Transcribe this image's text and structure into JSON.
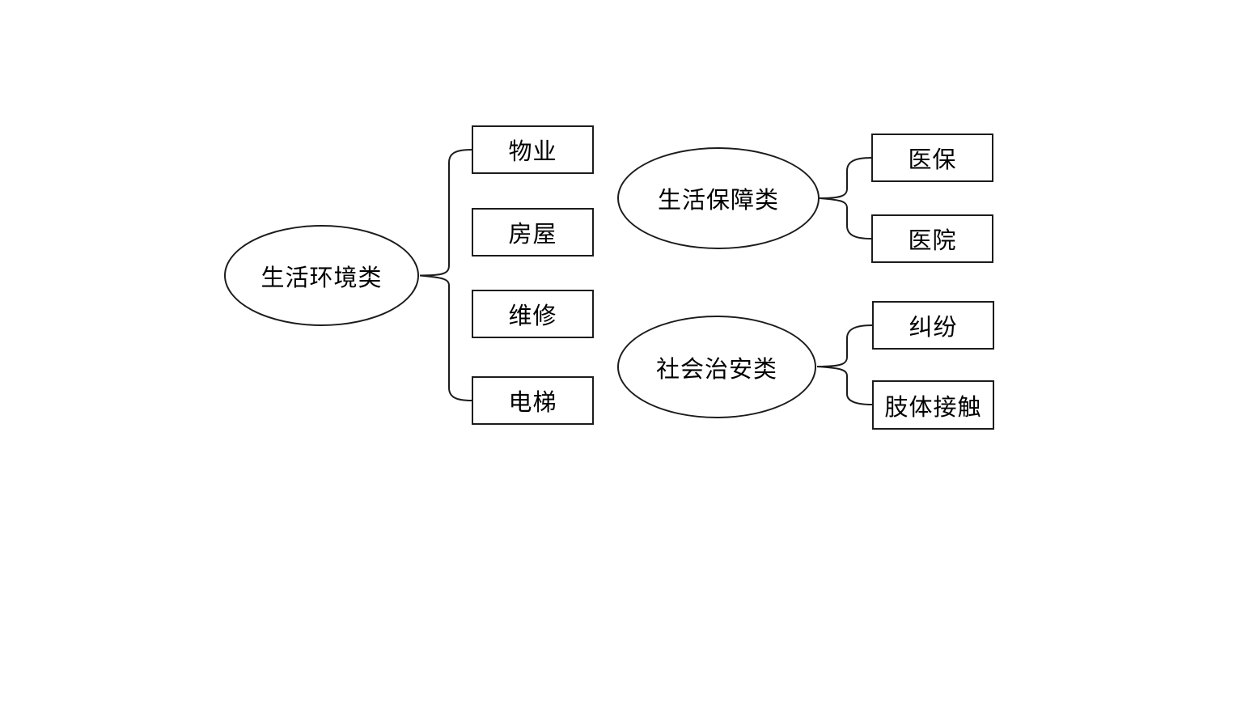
{
  "colors": {
    "stroke": "#1c1c1c",
    "background": "#ffffff",
    "text": "#000000"
  },
  "trees": [
    {
      "parent": "生活环境类",
      "children": [
        "物业",
        "房屋",
        "维修",
        "电梯"
      ]
    },
    {
      "parent": "生活保障类",
      "children": [
        "医保",
        "医院"
      ]
    },
    {
      "parent": "社会治安类",
      "children": [
        "纠纷",
        "肢体接触"
      ]
    }
  ]
}
